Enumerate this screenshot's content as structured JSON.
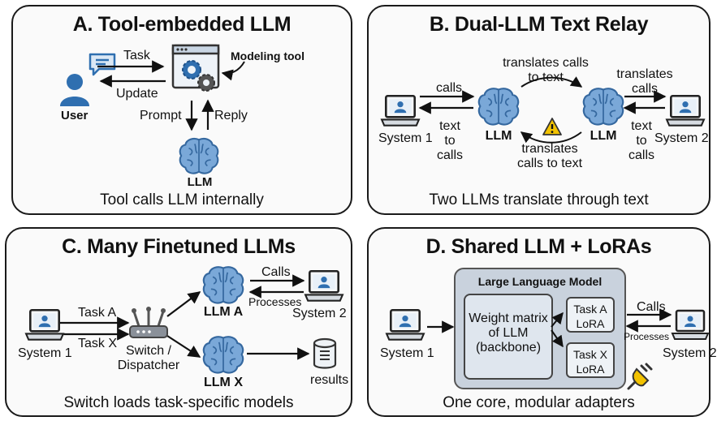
{
  "colors": {
    "accent": "#2f6fb0",
    "brain": "#7aa8d8",
    "brain_dark": "#35689f",
    "lora_box": "#c9d2dd",
    "warning": "#f2c200",
    "border": "#1a1a1a"
  },
  "icons": [
    "person-icon",
    "chat-bubble-icon",
    "window-gears-icon",
    "brain-icon",
    "laptop-icon",
    "warning-icon",
    "router-icon",
    "database-icon",
    "plug-icon"
  ],
  "panel_a": {
    "title": "A. Tool-embedded LLM",
    "task": "Task",
    "update": "Update",
    "user": "User",
    "modeling_tool": "Modeling tool",
    "prompt": "Prompt",
    "reply": "Reply",
    "llm": "LLM",
    "caption": "Tool calls LLM internally"
  },
  "panel_b": {
    "title": "B. Dual-LLM Text Relay",
    "translates_top": "translates calls\nto text",
    "calls": "calls",
    "text_to_calls_left": "text\nto\ncalls",
    "system1": "System 1",
    "llm_left": "LLM",
    "llm_right": "LLM",
    "translates_bottom": "translates\ncalls to text",
    "translates_calls_right": "translates\ncalls",
    "text_to_calls_right": "text\nto\ncalls",
    "system2": "System 2",
    "caption": "Two LLMs translate through text"
  },
  "panel_c": {
    "title": "C. Many Finetuned LLMs",
    "task_a": "Task A",
    "task_x": "Task X",
    "system1": "System 1",
    "switch": "Switch /\nDispatcher",
    "llm_a": "LLM A",
    "llm_x": "LLM X",
    "calls": "Calls",
    "processes": "Processes",
    "system2": "System 2",
    "results": "results",
    "caption": "Switch loads task-specific models"
  },
  "panel_d": {
    "title": "D. Shared LLM + LoRAs",
    "system1": "System 1",
    "llm_box": "Large Language Model",
    "backbone": "Weight matrix\nof LLM\n(backbone)",
    "lora_a": "Task A\nLoRA",
    "lora_x": "Task X\nLoRA",
    "calls": "Calls",
    "processes": "Processes",
    "system2": "System 2",
    "caption": "One core, modular adapters"
  }
}
